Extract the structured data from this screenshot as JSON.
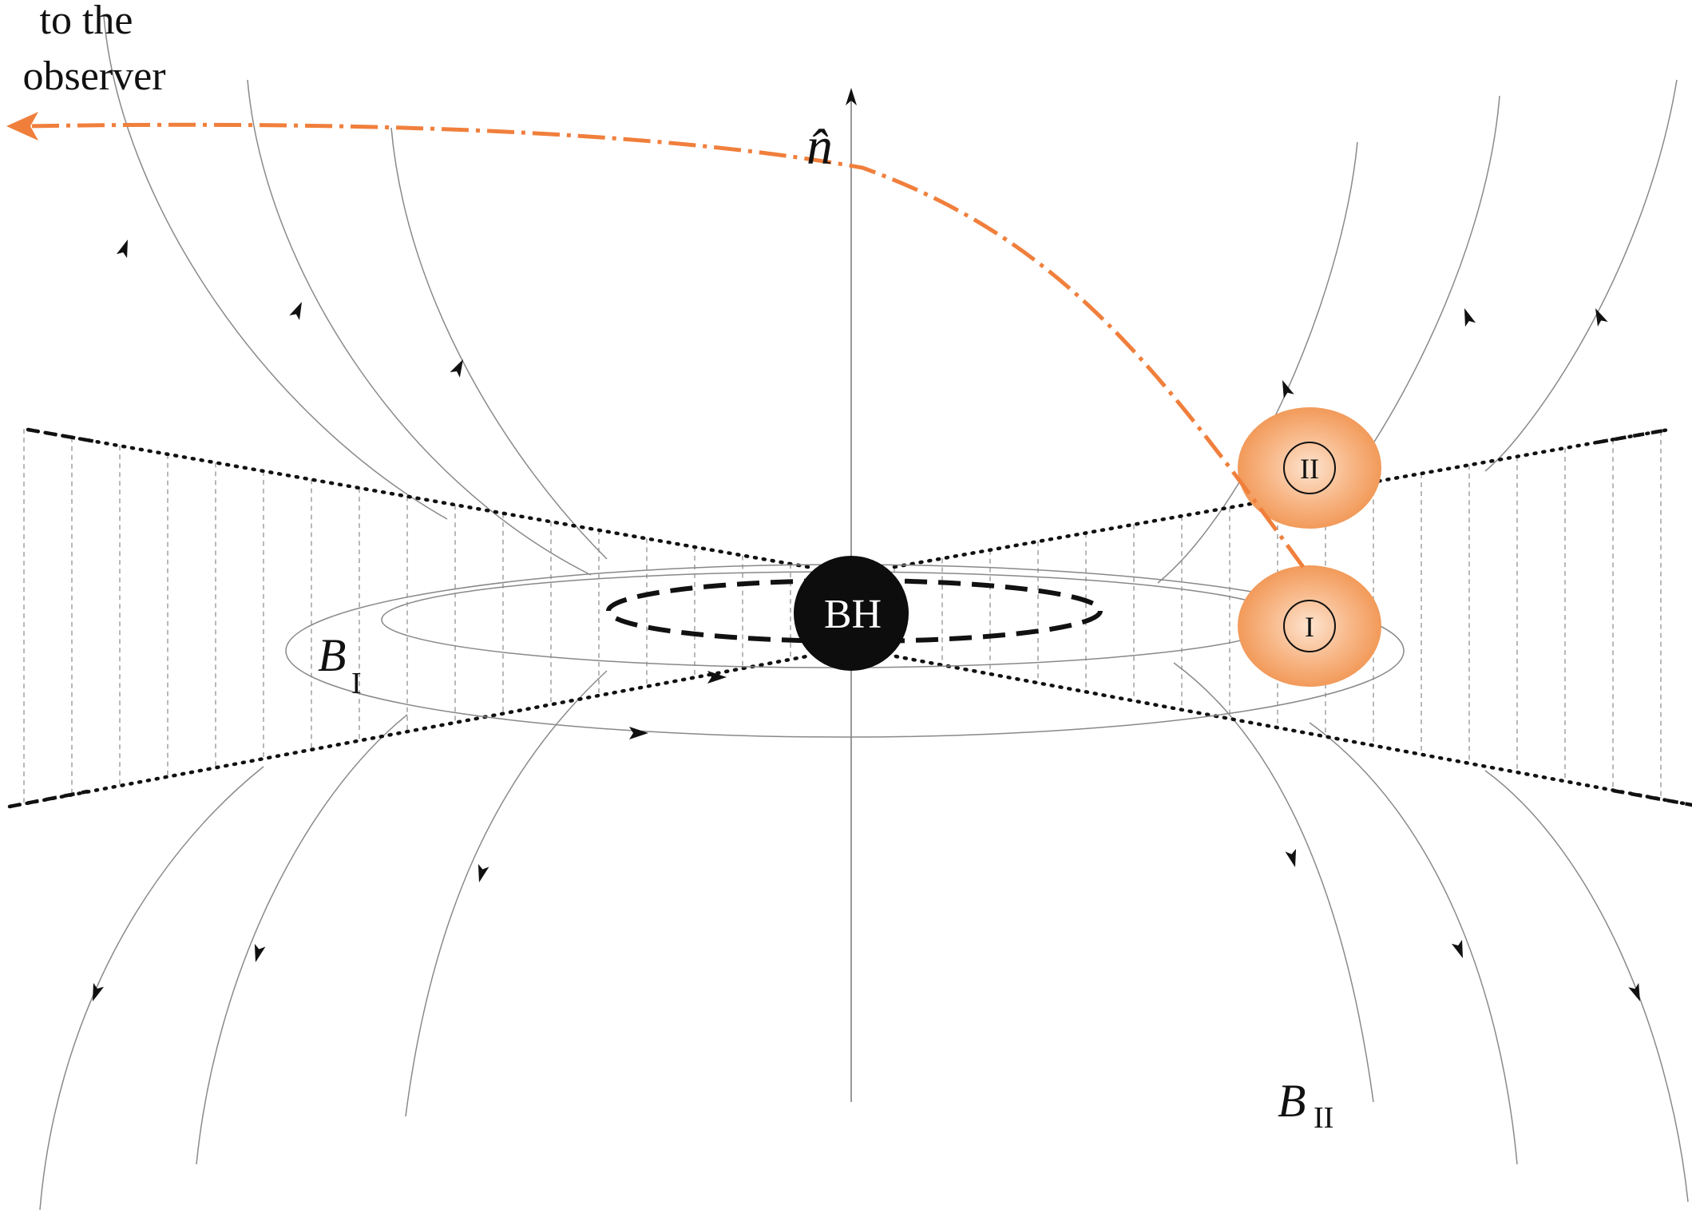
{
  "observer_label": {
    "line1": "to the",
    "line2": "observer"
  },
  "axis_label": "n̂",
  "black_hole_label": "BH",
  "blob_lower_label": "I",
  "blob_upper_label": "II",
  "field_I_label": {
    "main": "B",
    "sub": "I"
  },
  "field_II_label": {
    "main": "B",
    "sub": "II"
  },
  "colors": {
    "photon_path": "#f07f3c",
    "blob_fill": "#f5a86a",
    "black_hole": "#0d0d0d",
    "field_lines": "#888888",
    "cone_edges": "#111111"
  },
  "icons": {
    "observer_arrow": "arrow-left-icon",
    "axis_arrow": "arrow-up-icon"
  }
}
